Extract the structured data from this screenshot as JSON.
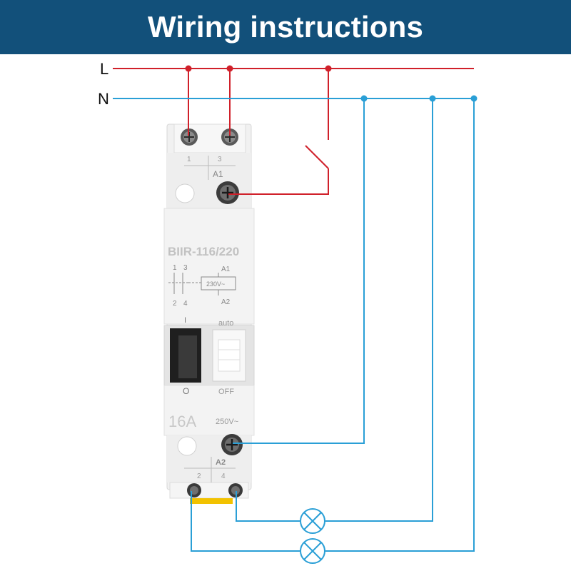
{
  "header": {
    "title": "Wiring instructions"
  },
  "lines": {
    "live_label": "L",
    "neutral_label": "N",
    "live_color": "#d0202a",
    "neutral_color": "#2a9fd6"
  },
  "device": {
    "terminal_top_1": "1",
    "terminal_top_3": "3",
    "coil_a1": "A1",
    "model": "BIIR-116/220",
    "schematic": {
      "label_1": "1",
      "label_3": "3",
      "label_2": "2",
      "label_4": "4",
      "label_a1": "A1",
      "label_a2": "A2",
      "coil_voltage": "230V~"
    },
    "switch_on": "I",
    "switch_auto": "auto",
    "switch_off_left": "O",
    "switch_off_right": "OFF",
    "current_rating": "16A",
    "voltage_rating": "250V~",
    "coil_a2": "A2",
    "terminal_bottom_2": "2",
    "terminal_bottom_4": "4"
  },
  "loads": {
    "lamp_icon": "lamp-icon"
  }
}
